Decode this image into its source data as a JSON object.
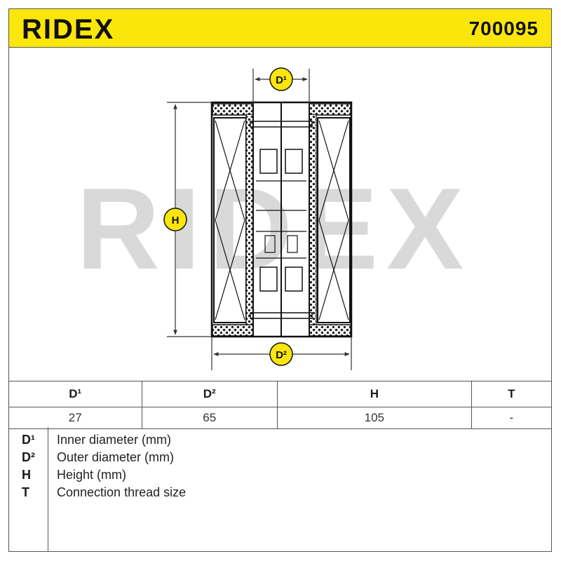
{
  "header": {
    "brand": "RIDEX",
    "part_number": "700095",
    "background": "#fbe60c"
  },
  "drawing": {
    "watermark": "RIDEX",
    "labels": {
      "inner": "D¹",
      "outer": "D²",
      "height": "H"
    }
  },
  "specs_table": {
    "headers": [
      "D¹",
      "D²",
      "H",
      "T"
    ],
    "values": [
      "27",
      "65",
      "105",
      "-"
    ]
  },
  "legend": [
    {
      "key": "D¹",
      "desc": "Inner diameter (mm)"
    },
    {
      "key": "D²",
      "desc": "Outer diameter (mm)"
    },
    {
      "key": "H",
      "desc": "Height (mm)"
    },
    {
      "key": "T",
      "desc": "Connection thread size"
    }
  ]
}
